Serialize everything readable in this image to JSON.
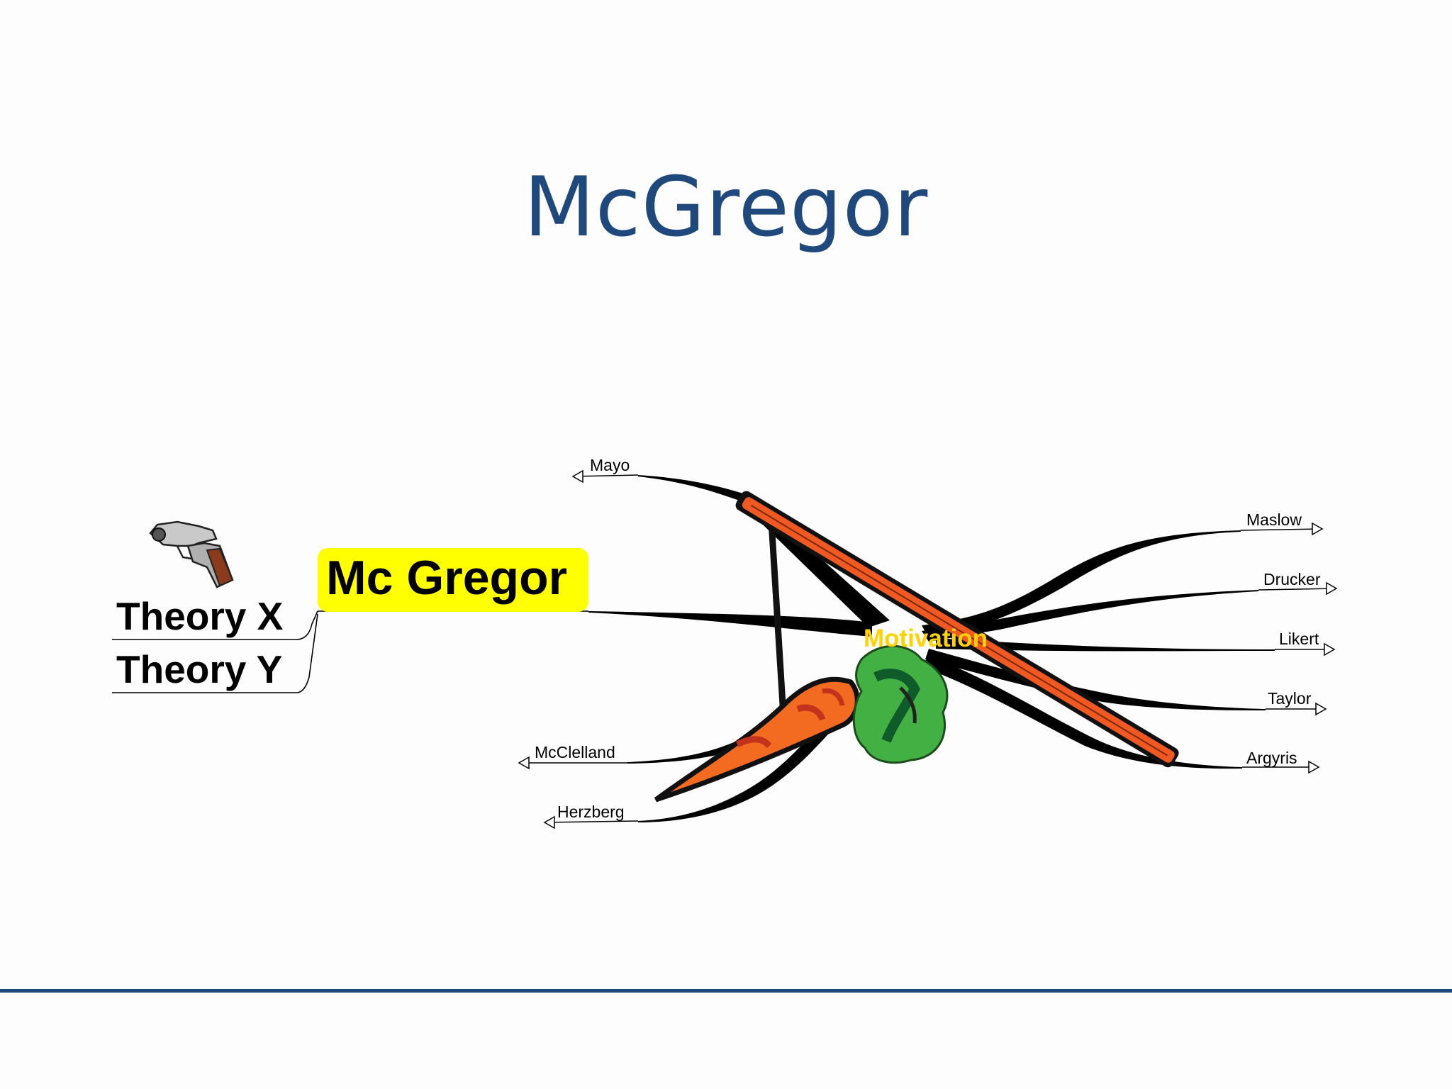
{
  "slide": {
    "title": "McGregor"
  },
  "mindmap": {
    "central_node": "Mc Gregor",
    "theories": [
      "Theory X",
      "Theory Y"
    ],
    "hub_label": "Motivation",
    "branches_left": [
      "Mayo",
      "McClelland",
      "Herzberg"
    ],
    "branches_right": [
      "Maslow",
      "Drucker",
      "Likert",
      "Taylor",
      "Argyris"
    ],
    "icons": {
      "pistol": "pistol-icon",
      "carrot": "carrot-on-stick-icon"
    },
    "colors": {
      "title": "#1f497d",
      "central_highlight": "#ffff00",
      "hub_label": "#ffd200",
      "stick": "#f05a22",
      "carrot": "#f26b21",
      "leaves": "#3aa33a"
    }
  }
}
